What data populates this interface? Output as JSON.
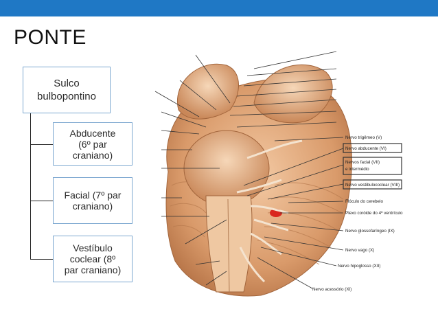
{
  "slide": {
    "title": "PONTE",
    "colors": {
      "header_bar": "#1f78c5",
      "box_border": "#7aa6cf"
    }
  },
  "tree": {
    "root": "Sulco\nbulbopontino",
    "children": [
      "Abducente\n(6º par\ncraniano)",
      "Facial (7º par\ncraniano)",
      "Vestíbulo\ncoclear (8º\npar craniano)"
    ]
  },
  "figure": {
    "labels": [
      "Nervo trigêmeo (V)",
      "Nervo abducente (VI)",
      "Nervos facial (VII)",
      "e intermédio",
      "Nervo vestibulococlear (VIII)",
      "Flóculo do cerebelo",
      "Plexo coróide do 4º ventrículo",
      "Nervo glossofaríngeo (IX)",
      "Nervo vago (X)",
      "Nervo hipoglosso (XII)",
      "Nervo acessório (XI)"
    ]
  }
}
